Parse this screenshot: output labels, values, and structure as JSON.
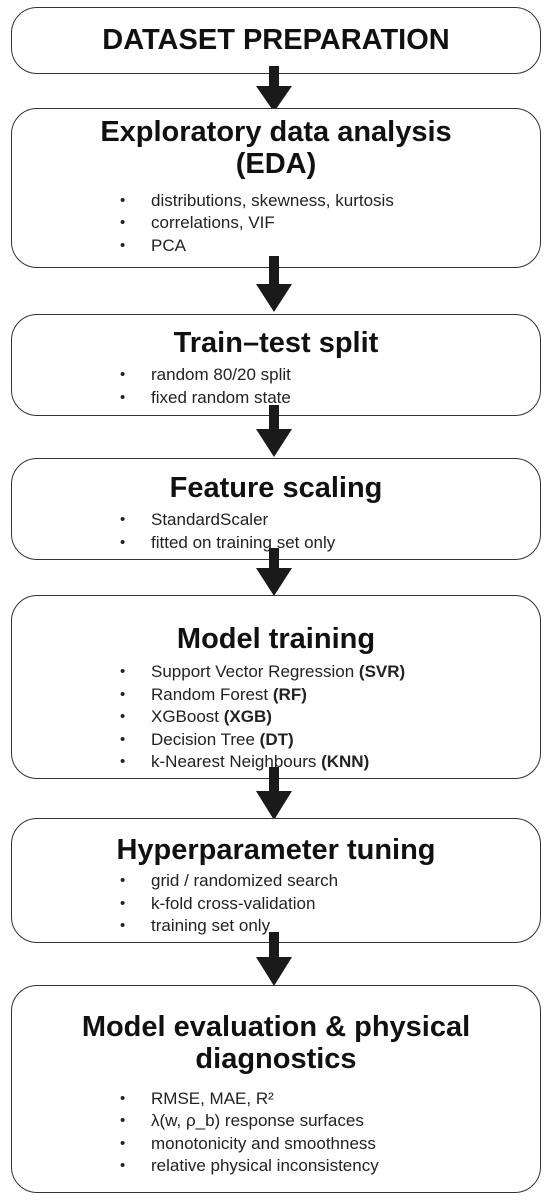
{
  "steps": [
    {
      "title": "DATASET PREPARATION",
      "items": []
    },
    {
      "title": "Exploratory data analysis (EDA)",
      "items": [
        {
          "text": "distributions, skewness, kurtosis"
        },
        {
          "text": "correlations, VIF"
        },
        {
          "text": "PCA"
        }
      ]
    },
    {
      "title": "Train–test split",
      "items": [
        {
          "text": "random 80/20 split"
        },
        {
          "text": "fixed random state"
        }
      ]
    },
    {
      "title": "Feature scaling",
      "items": [
        {
          "text": "StandardScaler"
        },
        {
          "text": "fitted on training set only"
        }
      ]
    },
    {
      "title": "Model training",
      "items": [
        {
          "text": "Support Vector Regression ",
          "bold": "(SVR)"
        },
        {
          "text": "Random Forest ",
          "bold": "(RF)"
        },
        {
          "text": "XGBoost ",
          "bold": "(XGB)"
        },
        {
          "text": "Decision Tree ",
          "bold": "(DT)"
        },
        {
          "text": "k-Nearest Neighbours ",
          "bold": "(KNN)"
        }
      ]
    },
    {
      "title": "Hyperparameter tuning",
      "items": [
        {
          "text": "grid / randomized search"
        },
        {
          "text": "k-fold cross-validation"
        },
        {
          "text": "training set only"
        }
      ]
    },
    {
      "title": "Model evaluation & physical diagnostics",
      "items": [
        {
          "text": "RMSE, MAE, R²"
        },
        {
          "text": "λ(w, ρ_b) response surfaces"
        },
        {
          "text": "monotonicity and smoothness"
        },
        {
          "text": "relative physical inconsistency"
        }
      ]
    }
  ],
  "colors": {
    "border": "#333333",
    "arrow": "#1a1a1a",
    "text": "#111111"
  }
}
